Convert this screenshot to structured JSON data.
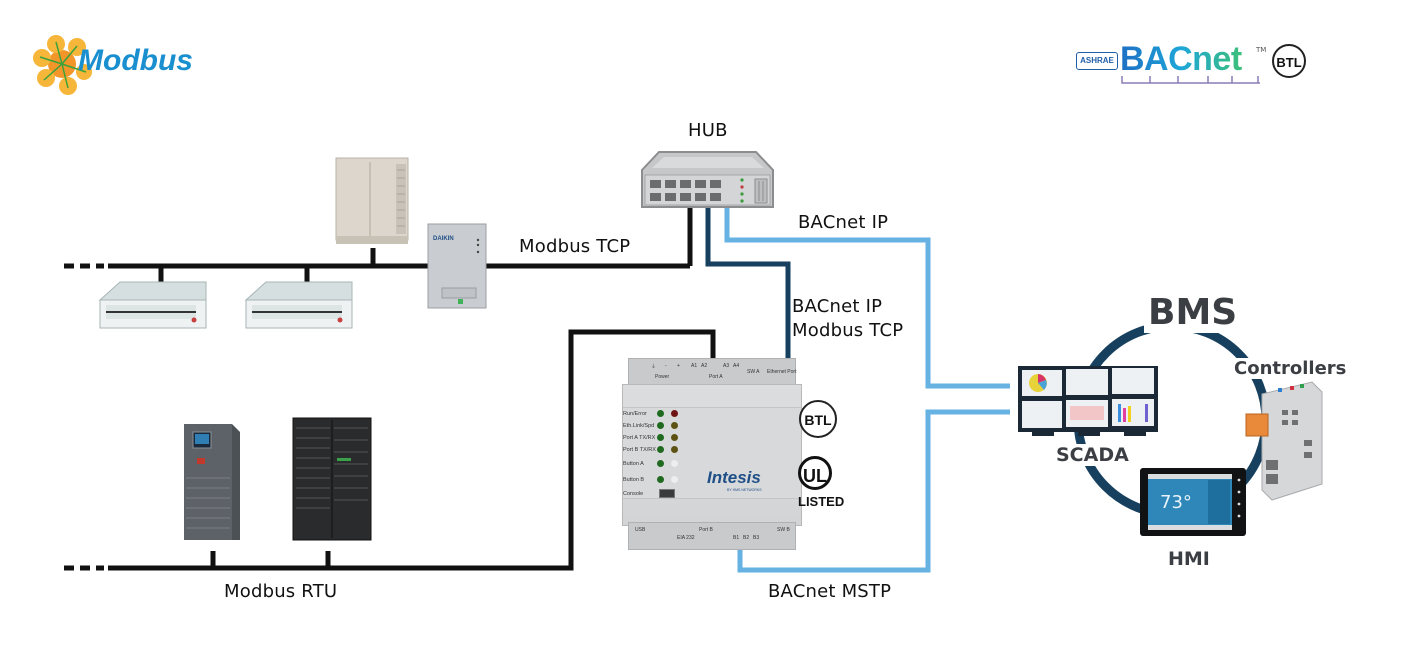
{
  "logos": {
    "modbus": {
      "text": "Modbus",
      "icon": "modbus-molecule-icon"
    },
    "bacnet": {
      "ashrae": "ASHRAE",
      "text": "BACnet",
      "tm": "TM",
      "btl": "BTL"
    }
  },
  "colors": {
    "modbus_wire": "#111111",
    "bacnet_ip_modbus_tcp_wire": "#17405f",
    "bacnet_wire": "#66b2e3",
    "bms_ring": "#17405f",
    "bold_text": "#3b3f44",
    "modbus_blue": "#1a8fd0"
  },
  "network_labels": {
    "hub": "HUB",
    "modbus_tcp": "Modbus TCP",
    "bacnet_ip": "BACnet IP",
    "bacnet_ip_modbus_tcp_line1": "BACnet IP",
    "bacnet_ip_modbus_tcp_line2": "Modbus TCP",
    "modbus_rtu": "Modbus RTU",
    "bacnet_mstp": "BACnet MSTP"
  },
  "bms": {
    "title": "BMS",
    "scada": "SCADA",
    "controllers": "Controllers",
    "hmi": "HMI",
    "hmi_display": "73°"
  },
  "gateway": {
    "brand": "Intesis",
    "brand_sub": "BY HMS NETWORKS",
    "top_terminals": [
      "⏚",
      "-",
      "+",
      "A1",
      "A2",
      "A3",
      "A4"
    ],
    "top_groups": {
      "power": "Power",
      "port_a": "Port A",
      "sw_a": "SW A",
      "ethernet": "Ethernet Port"
    },
    "leds": [
      {
        "label": "Run/Error",
        "left": "#1f6a1f",
        "right": "#6e1414"
      },
      {
        "label": "Eth.Link/Spd",
        "left": "#1f6a1f",
        "right": "#5b5214"
      },
      {
        "label": "Port A TX/RX",
        "left": "#1f6a1f",
        "right": "#5b5214"
      },
      {
        "label": "Port B TX/RX",
        "left": "#1f6a1f",
        "right": "#5b5214"
      },
      {
        "label": "Button A",
        "left": "#1f6a1f",
        "right": "#eeeeee"
      },
      {
        "label": "Button B",
        "left": "#1f6a1f",
        "right": "#eeeeee"
      }
    ],
    "console": "Console",
    "bottom": {
      "usb": "USB",
      "port_b": "Port B",
      "eia": "EIA 232",
      "b1": "B1",
      "b2": "B2",
      "b3": "B3",
      "sw_b": "SW B"
    },
    "certifications": {
      "btl": "BTL",
      "ul": "UL",
      "listed": "LISTED"
    }
  }
}
